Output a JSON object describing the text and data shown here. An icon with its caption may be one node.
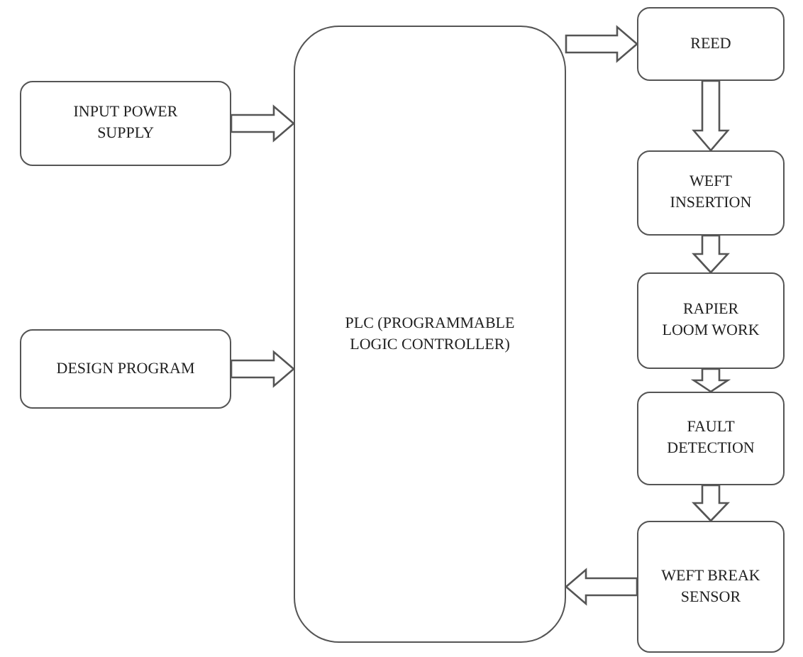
{
  "diagram": {
    "nodes": [
      {
        "text": [
          "INPUT POWER SUPPLY"
        ]
      },
      {
        "text": [
          "DESIGN PROGRAM"
        ]
      },
      {
        "text": [
          "PLC (PROGRAMMABLE LOGIC CONTROLLER)"
        ]
      },
      {
        "text": [
          "REED"
        ]
      },
      {
        "text": [
          "WEFT INSERTION"
        ]
      },
      {
        "text": [
          "RAPIER LOOM WORK"
        ]
      },
      {
        "text": [
          "FAULT DETECTION"
        ]
      },
      {
        "text": [
          "WEFT BREAK SENSOR"
        ]
      }
    ],
    "edges": [
      {
        "from": 0,
        "to": 2,
        "arrow": "to"
      },
      {
        "from": 1,
        "to": 2,
        "arrow": "to"
      },
      {
        "from": 2,
        "to": 3,
        "arrow": "to"
      },
      {
        "from": 3,
        "to": 4,
        "arrow": "to"
      },
      {
        "from": 4,
        "to": 5,
        "arrow": "to"
      },
      {
        "from": 5,
        "to": 6,
        "arrow": "to"
      },
      {
        "from": 6,
        "to": 7,
        "arrow": "to"
      },
      {
        "from": 7,
        "to": 2,
        "arrow": "to"
      }
    ]
  }
}
